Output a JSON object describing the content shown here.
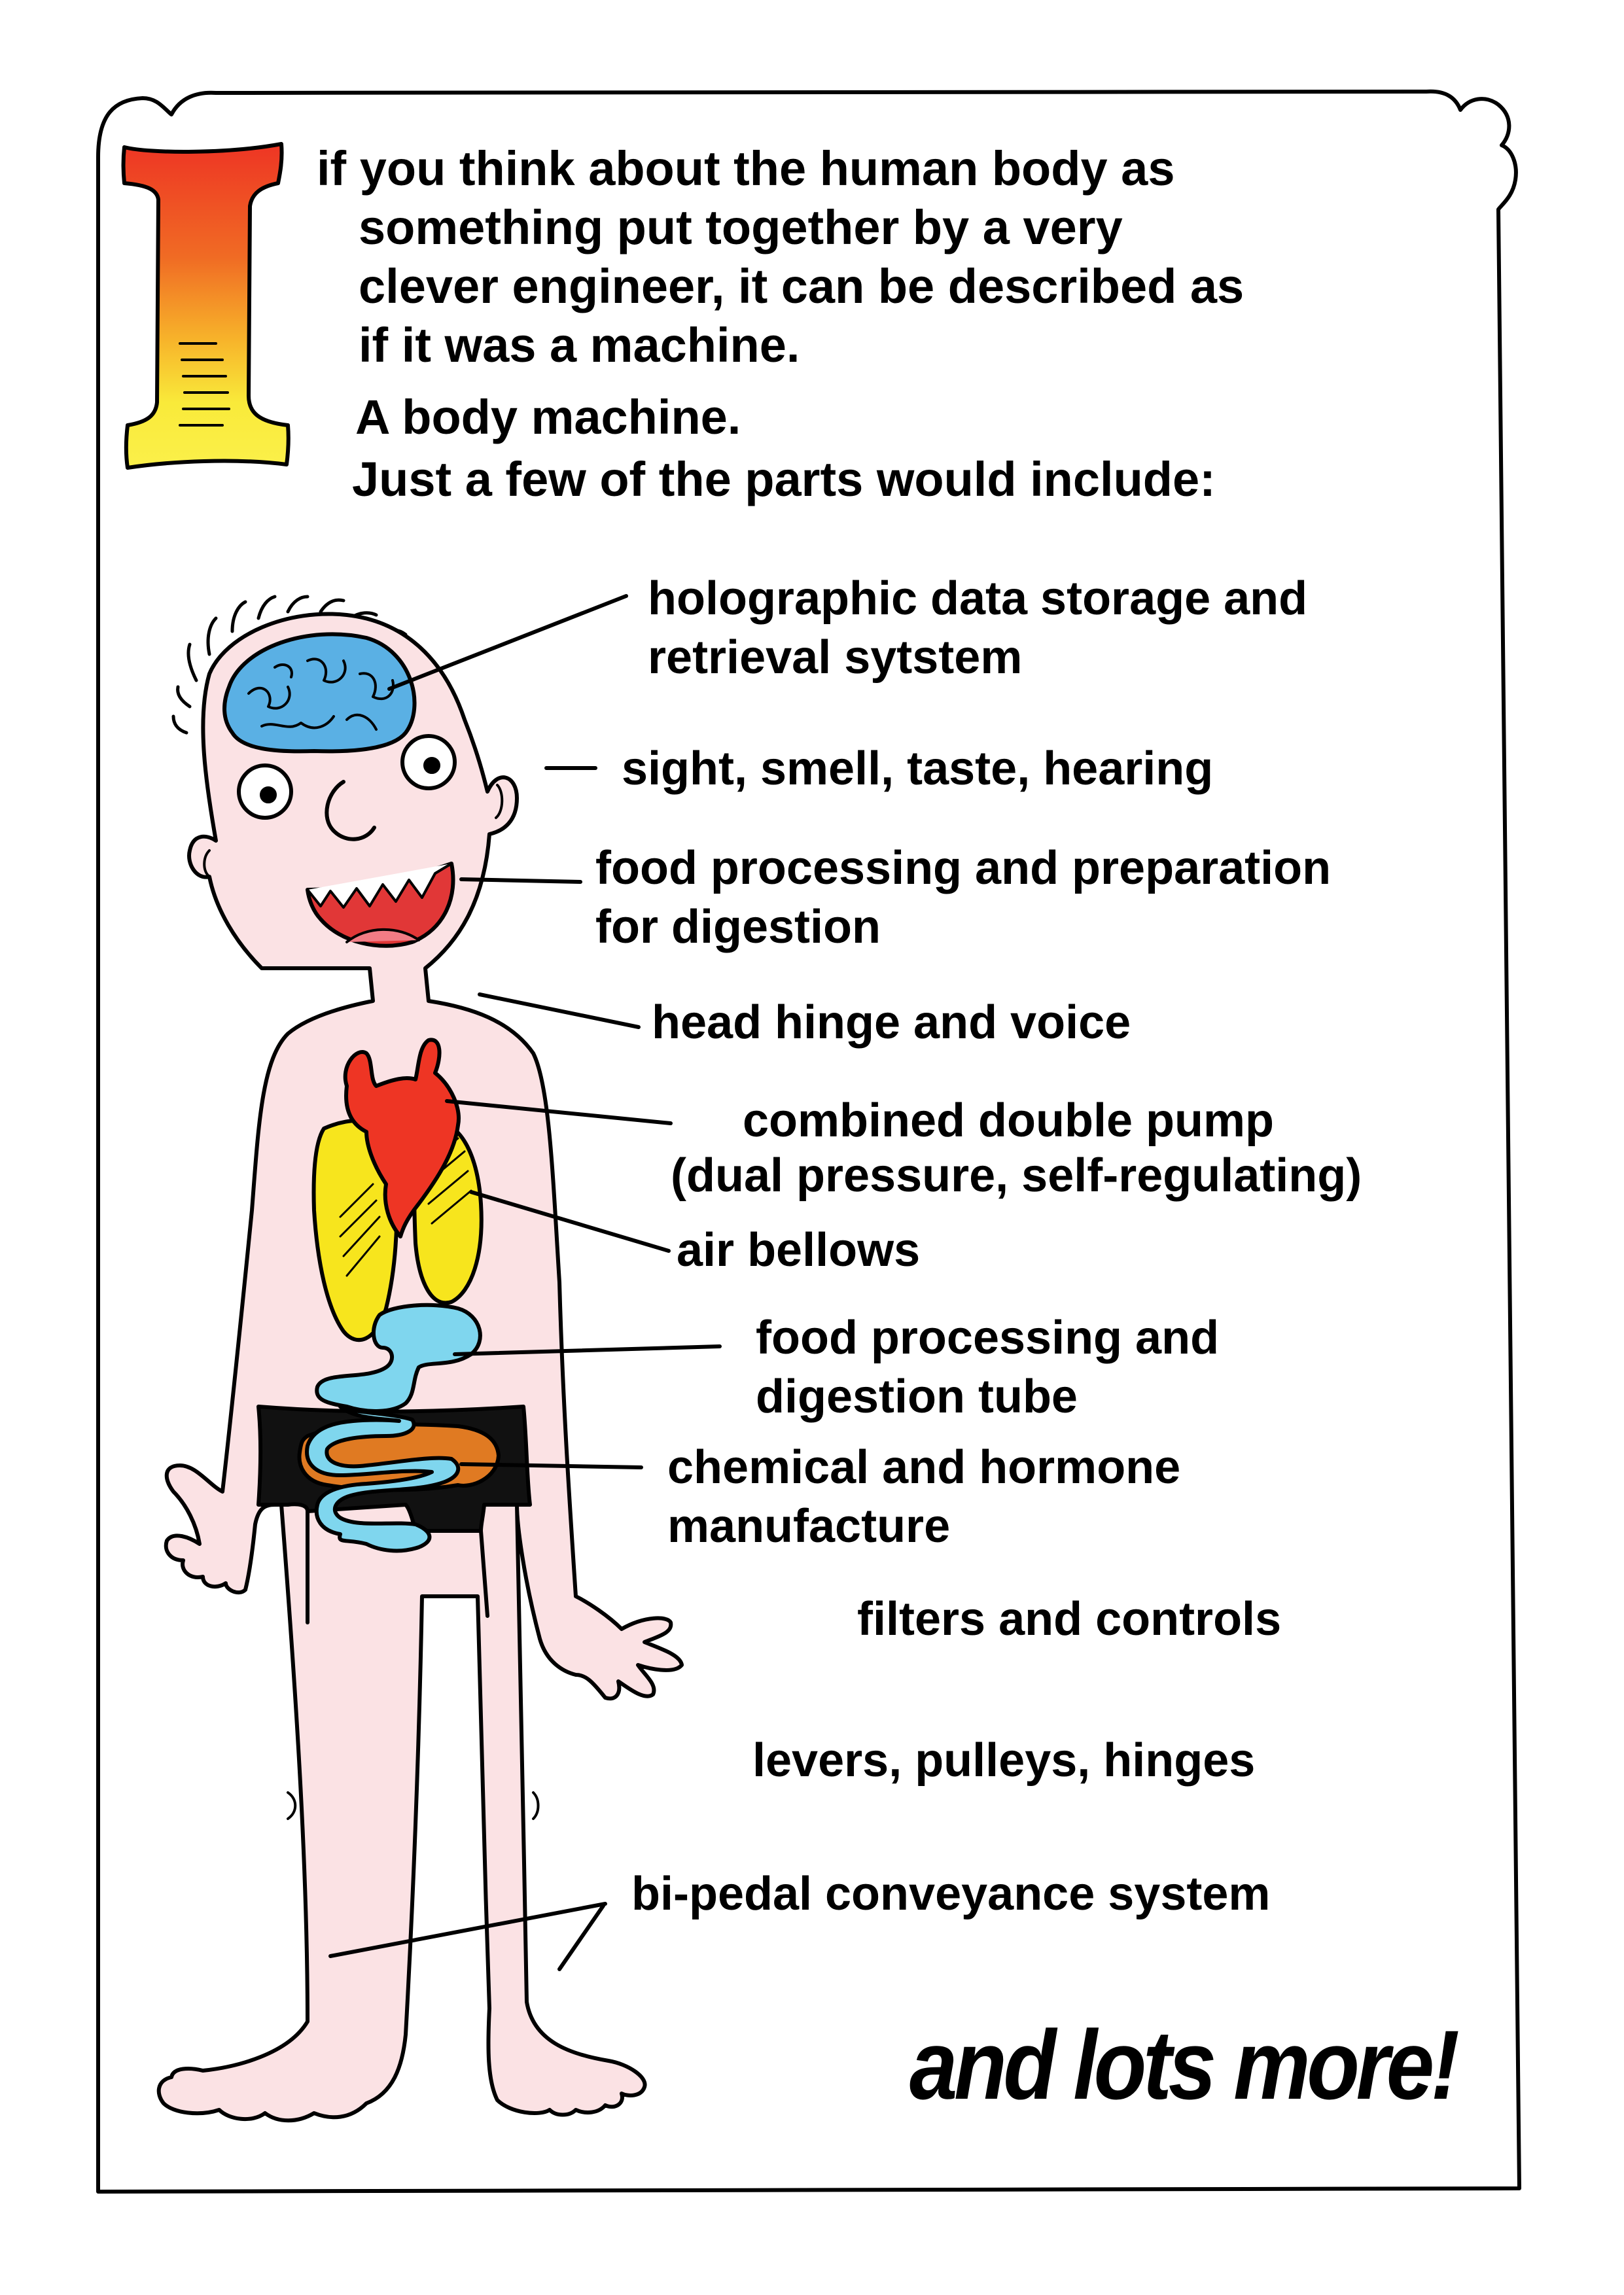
{
  "intro": {
    "drop_cap": "I",
    "lines": [
      "if you think about the human body as",
      "something put together by a very",
      "clever engineer, it can be described as",
      "if it was a machine."
    ],
    "line2": "A body machine.",
    "line3": "Just a few of the parts would include:"
  },
  "labels": {
    "brain": [
      "holographic data storage and",
      "retrieval sytstem"
    ],
    "senses": "sight, smell, taste, hearing",
    "mouth": [
      "food processing and preparation",
      "for digestion"
    ],
    "neck": "head hinge and voice",
    "heart": [
      "combined double pump",
      "(dual pressure, self-regulating)"
    ],
    "lungs": "air bellows",
    "stomach": [
      "food processing and",
      "digestion tube"
    ],
    "liver": [
      "chemical and hormone",
      "manufacture"
    ],
    "kidneys": "filters and controls",
    "joints": "levers, pulleys, hinges",
    "legs": "bi-pedal conveyance system"
  },
  "outro": "and lots more!",
  "colors": {
    "skin": "#fbe2e4",
    "brain": "#5ab0e4",
    "heart": "#ee3524",
    "lungs": "#f7e51d",
    "intestine": "#7fd6ee",
    "liver": "#e07a22",
    "shorts": "#111111",
    "drop_cap_top": "#ee3524",
    "drop_cap_mid": "#f7a21d",
    "drop_cap_bottom": "#f9ef3a"
  }
}
